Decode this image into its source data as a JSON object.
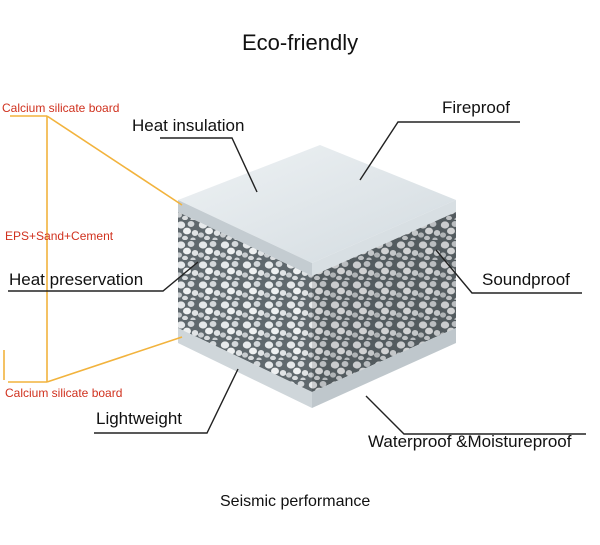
{
  "title": "Eco-friendly",
  "bottom_caption": "Seismic performance",
  "layers": {
    "top": "Calcium silicate board",
    "middle": "EPS+Sand+Cement",
    "bottom": "Calcium silicate board"
  },
  "features": {
    "heat_insulation": "Heat insulation",
    "fireproof": "Fireproof",
    "heat_preservation": "Heat preservation",
    "soundproof": "Soundproof",
    "lightweight": "Lightweight",
    "waterproof": "Waterproof &Moistureproof"
  },
  "colors": {
    "layer_text": "#d0311e",
    "bracket_line": "#f2b33d",
    "board": "#dfe6ea",
    "core": "#6b7479"
  }
}
